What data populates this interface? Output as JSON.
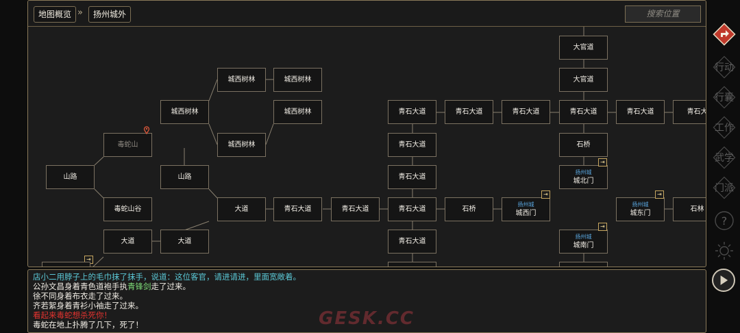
{
  "breadcrumb": {
    "overview": "地图概览",
    "separator": "»",
    "current": "扬州城外"
  },
  "search": {
    "placeholder": "搜索位置"
  },
  "map": {
    "nodes": {
      "dgd1": "大官道",
      "dgd2": "大官道",
      "cxsl1": "城西树林",
      "cxsl2": "城西树林",
      "cxsl3": "城西树林",
      "cxsl4": "城西树林",
      "cxsl5": "城西树林",
      "dsh": "毒蛇山",
      "sl1": "山路",
      "sl2": "山路",
      "dsg": "毒蛇山谷",
      "dd1": "大道",
      "dd2": "大道",
      "dd3": "大道",
      "qs1": "青石大道",
      "qs2": "青石大道",
      "qs3": "青石大道",
      "qs4": "青石大道",
      "qs5": "青石大道",
      "qs6": "青石大道",
      "qs7": "青石大道",
      "qs8": "青石大道",
      "qs9": "青石大道",
      "qs10": "青石大道",
      "qs11": "青石大道",
      "qs12": "青石大",
      "sq1": "石桥",
      "sq2": "石桥",
      "city_label": "扬州城",
      "cbm": "城北门",
      "cxm": "城西门",
      "cnm": "城南门",
      "cdm": "城东门",
      "edge_right": "石林"
    }
  },
  "log": {
    "line1": "店小二用脖子上的毛巾抹了抹手，说道：这位客官，请进请进，里面宽敞着。",
    "line2_pre": "公孙文昌身着青色道袍手执",
    "line2_item": "青锋剑",
    "line2_post": "走了过来。",
    "line3": "徐不同身着布衣走了过来。",
    "line4": "齐若絮身着青衫小袖走了过来。",
    "line5": "看起来毒蛇想杀死你！",
    "line6": "毒蛇在地上扑腾了几下，死了！",
    "watermark": "GESK.CC"
  },
  "side_buttons": [
    "行动",
    "行囊",
    "工作",
    "武学",
    "门派"
  ],
  "help_symbol": "?",
  "colors": {
    "accent_gold": "#c8a760",
    "log_cyan": "#5bc8d6",
    "log_red": "#e3332f",
    "item_green": "#7fe07a",
    "city_blue": "#5aa7e0",
    "nav_active": "#c0392b"
  }
}
